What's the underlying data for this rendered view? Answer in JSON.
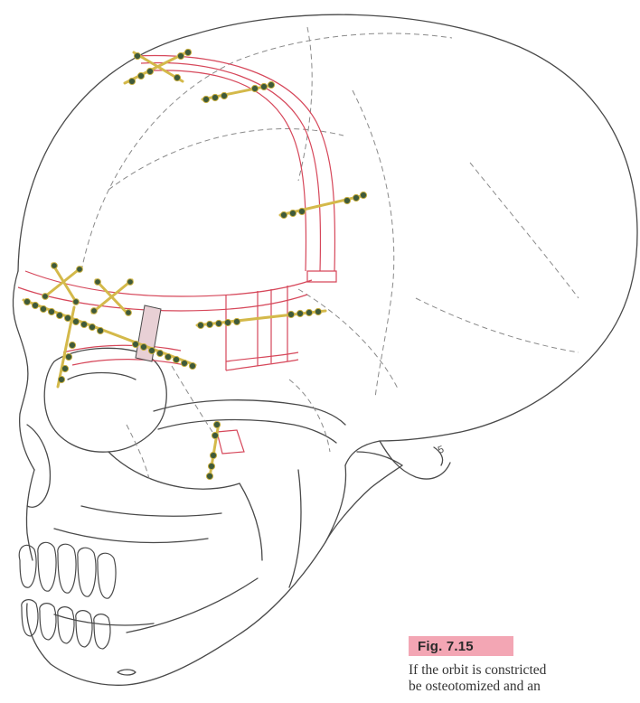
{
  "figure": {
    "label": "Fig. 7.15",
    "caption_lines": [
      "If the orbit is constricted",
      "be osteotomized and an"
    ]
  },
  "colors": {
    "outline": "#4a4a4a",
    "osteotomy": "#d6475a",
    "suture_dashed": "#8a8a8a",
    "plate": "#d4b94a",
    "screw": "#3f5a3a",
    "label_bg": "#f3a6b4"
  },
  "annotations": {
    "temporal_mark": "5"
  }
}
